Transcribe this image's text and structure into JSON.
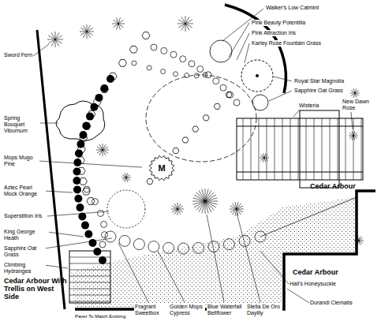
{
  "diagram": {
    "nodes": [
      {
        "text": [
          "M"
        ]
      }
    ],
    "labels": [
      "Walker's Low Catmint",
      "Pink Beauty Potentilla",
      "Pink Attraction Iris",
      "Karley Rose Fountain Grass",
      "Royal Star Magnolia",
      "Sapphire Oat Grass",
      "Wisteria",
      "New Dawn Rose",
      "Sword Fern",
      "Spring Bouquet Viburnum",
      "Mops Mugo Pine",
      "Aztec Pearl Mock Orange",
      "Superstition Iris",
      "King George Heath",
      "Sapphire Oat Grass",
      "Climbing Hydrangea",
      "Cedar Arbour",
      "Cedar Arbour With Trellis on West Side",
      "Cedar Arbour",
      "Paver To Match Existing",
      "Fragrant Sweetbox",
      "Golden Mops Cypress",
      "Blue Waterfall Bellflower",
      "Stella De Oro Daylily",
      "Hall's Honeysuckle",
      "Durandi Clematis"
    ]
  }
}
